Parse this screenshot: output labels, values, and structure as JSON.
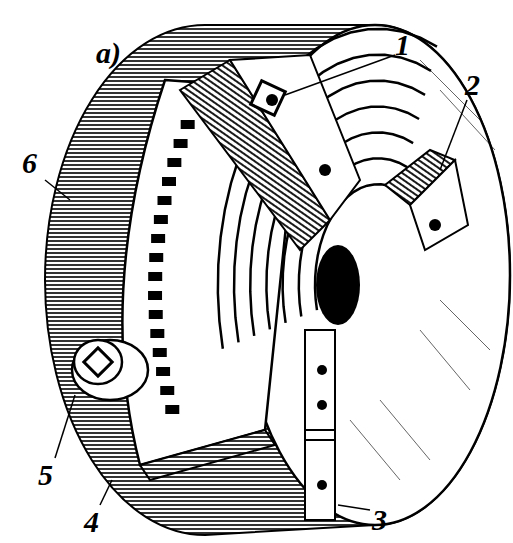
{
  "diagram": {
    "labels": [
      "а)",
      "1",
      "2",
      "3",
      "4",
      "5",
      "6"
    ]
  }
}
